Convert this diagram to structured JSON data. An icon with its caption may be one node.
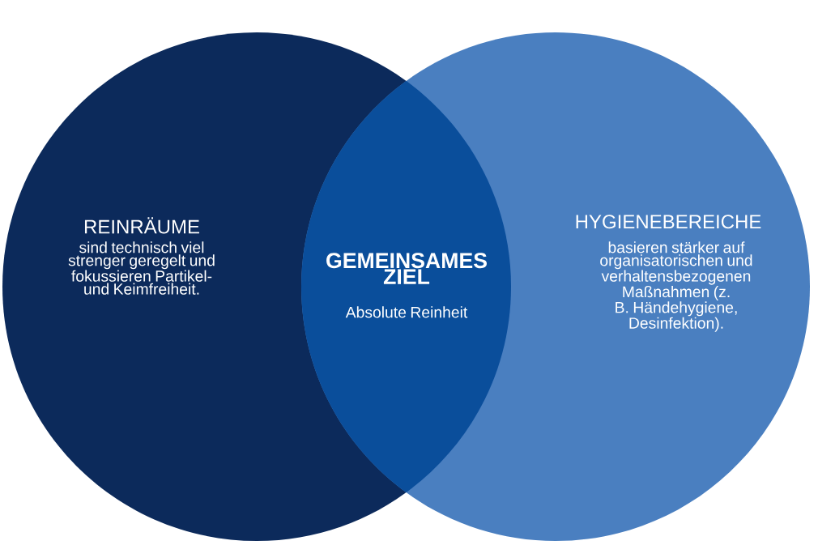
{
  "diagram": {
    "nodes": [
      {
        "text": [
          "REINRÄUME",
          "sind technisch viel strenger geregelt und fokussieren Partikel- und Keimfreiheit."
        ]
      },
      {
        "text": [
          "HYGIENEBEREICHE",
          "basieren stärker auf organisatorischen und verhaltensbezogenen Maßnahmen (z. B. Händehygiene, Desinfektion)."
        ]
      },
      {
        "text": [
          "GEMEINSAMES ZIEL",
          "Absolute Reinheit"
        ]
      }
    ]
  }
}
